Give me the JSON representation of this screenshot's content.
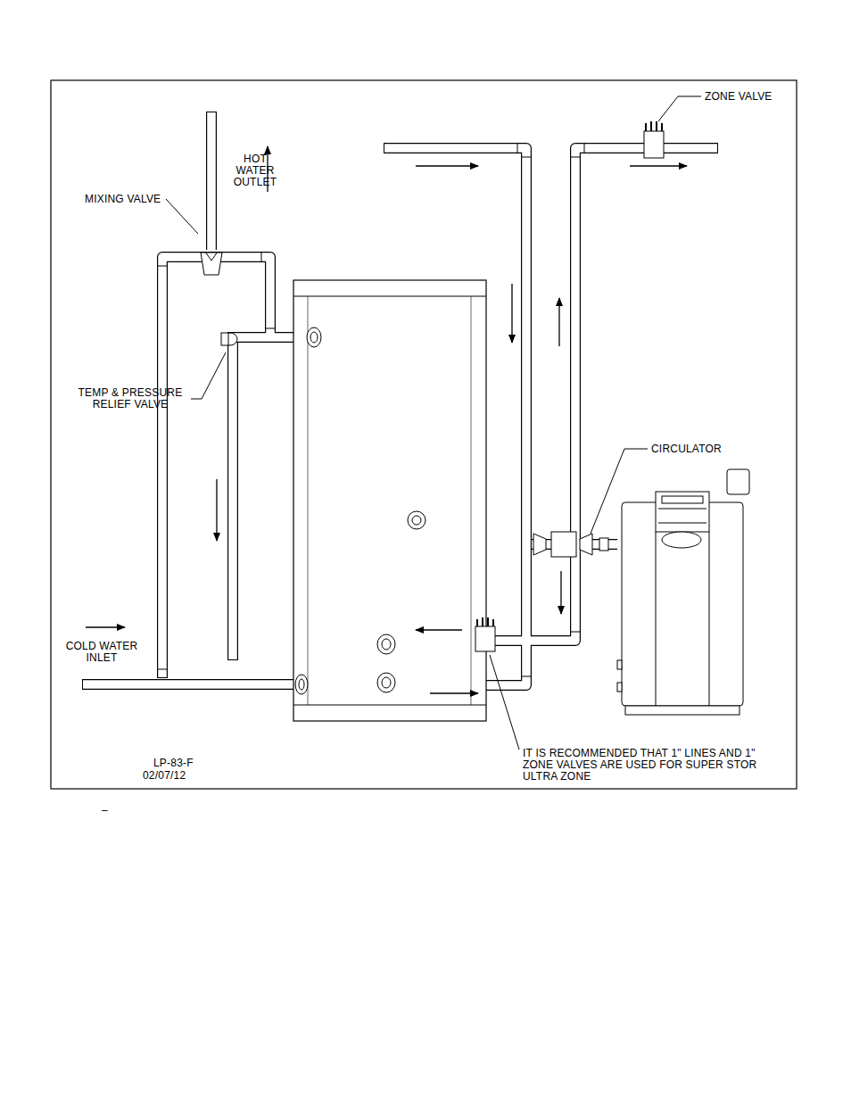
{
  "diagram": {
    "labels": [
      "ZONE VALVE",
      "HOT WATER OUTLET",
      "MIXING VALVE",
      "TEMP & PRESSURE RELIEF VALVE",
      "CIRCULATOR",
      "COLD WATER INLET",
      "IT IS RECOMMENDED THAT 1\" LINES AND 1\" ZONE VALVES ARE USED FOR SUPER STOR ULTRA ZONE",
      "LP-83-F",
      "02/07/12",
      "–"
    ]
  }
}
